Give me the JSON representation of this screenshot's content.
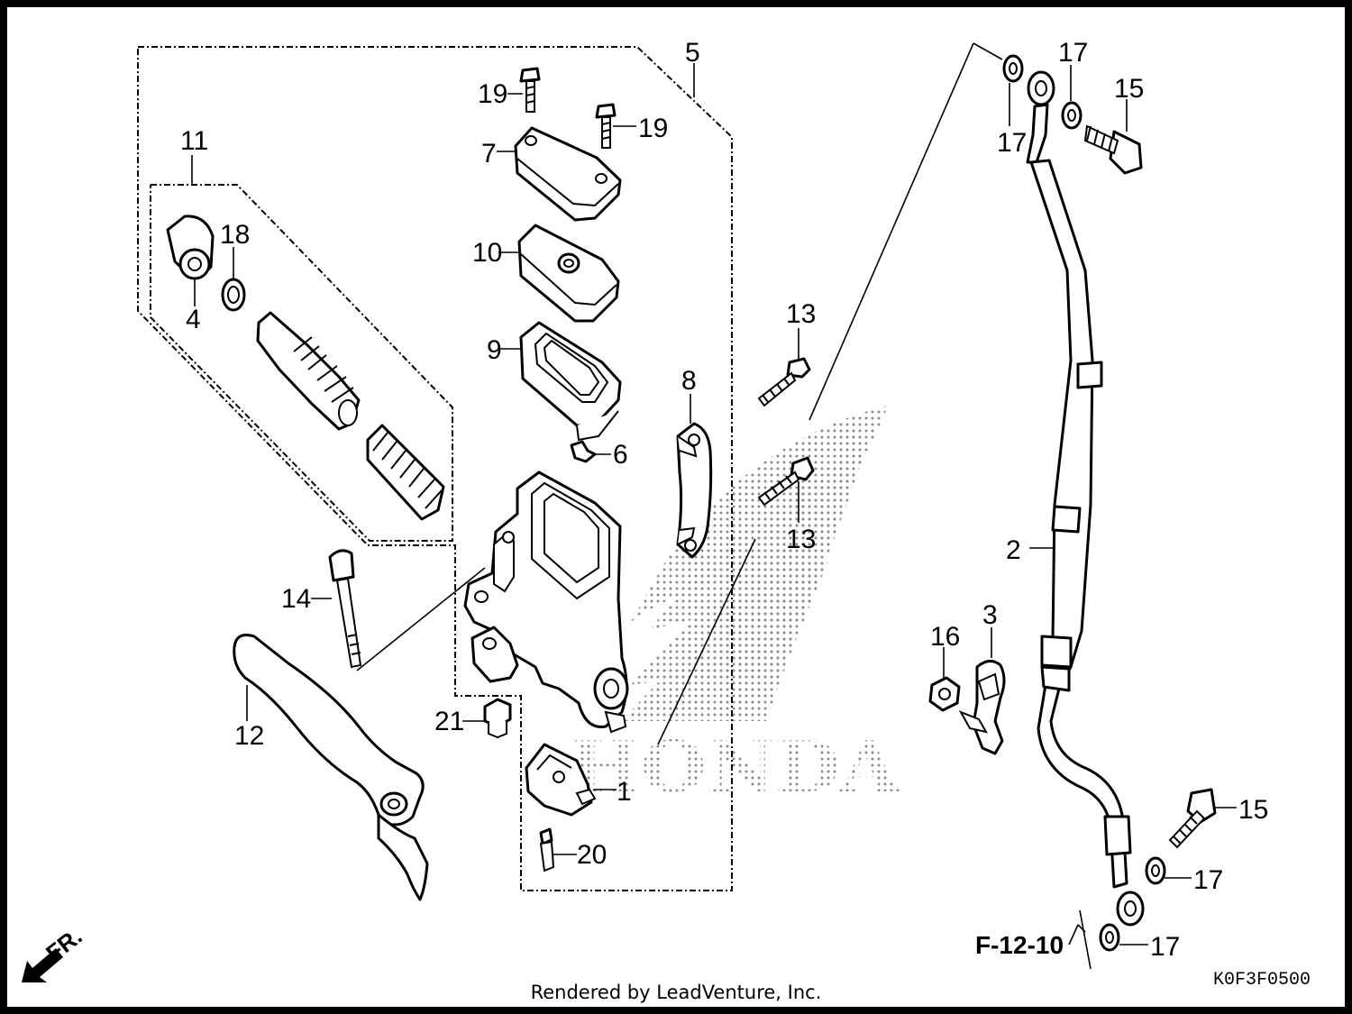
{
  "diagram": {
    "part_numbers": [
      "1",
      "2",
      "3",
      "4",
      "5",
      "6",
      "7",
      "8",
      "9",
      "10",
      "11",
      "12",
      "13",
      "14",
      "15",
      "16",
      "17",
      "18",
      "19",
      "20",
      "21"
    ],
    "callouts": {
      "p1": "1",
      "p2": "2",
      "p3": "3",
      "p4": "4",
      "p5": "5",
      "p6": "6",
      "p7": "7",
      "p8": "8",
      "p9": "9",
      "p10": "10",
      "p11": "11",
      "p12": "12",
      "p13a": "13",
      "p13b": "13",
      "p14": "14",
      "p15a": "15",
      "p15b": "15",
      "p16": "16",
      "p17a": "17",
      "p17b": "17",
      "p17c": "17",
      "p17d": "17",
      "p18": "18",
      "p19a": "19",
      "p19b": "19",
      "p20": "20",
      "p21": "21"
    },
    "reference_label": "F-12-10",
    "front_indicator": "FR.",
    "diagram_code": "K0F3F0500",
    "watermark_text": "HONDA",
    "watermark_color": "#9a9a9a"
  },
  "footer": {
    "credit": "Rendered by LeadVenture, Inc."
  }
}
